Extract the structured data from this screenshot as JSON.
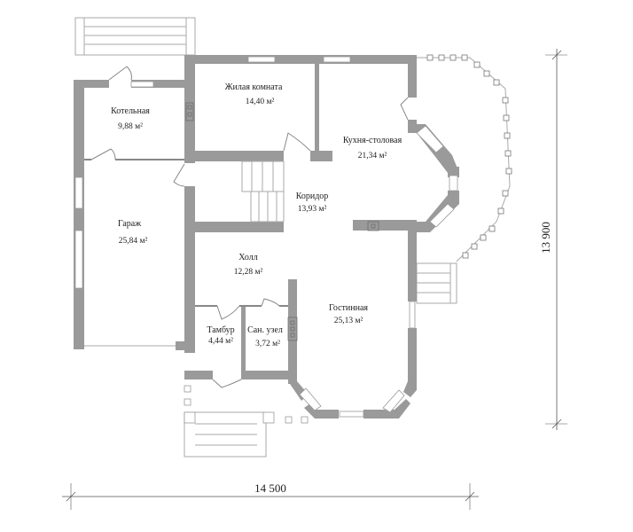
{
  "rooms": [
    {
      "name": "Котельная",
      "area": "9,88 м²"
    },
    {
      "name": "Жилая комната",
      "area": "14,40 м²"
    },
    {
      "name": "Кухня-столовая",
      "area": "21,34 м²"
    },
    {
      "name": "Коридор",
      "area": "13,93 м²"
    },
    {
      "name": "Гараж",
      "area": "25,84 м²"
    },
    {
      "name": "Холл",
      "area": "12,28 м²"
    },
    {
      "name": "Тамбур",
      "area": "4,44 м²"
    },
    {
      "name": "Сан. узел",
      "area": "3,72 м²"
    },
    {
      "name": "Гостинная",
      "area": "25,13 м²"
    }
  ],
  "dimensions": {
    "width": "14 500",
    "height": "13 900"
  },
  "colors": {
    "wall": "#9a9a9a"
  }
}
